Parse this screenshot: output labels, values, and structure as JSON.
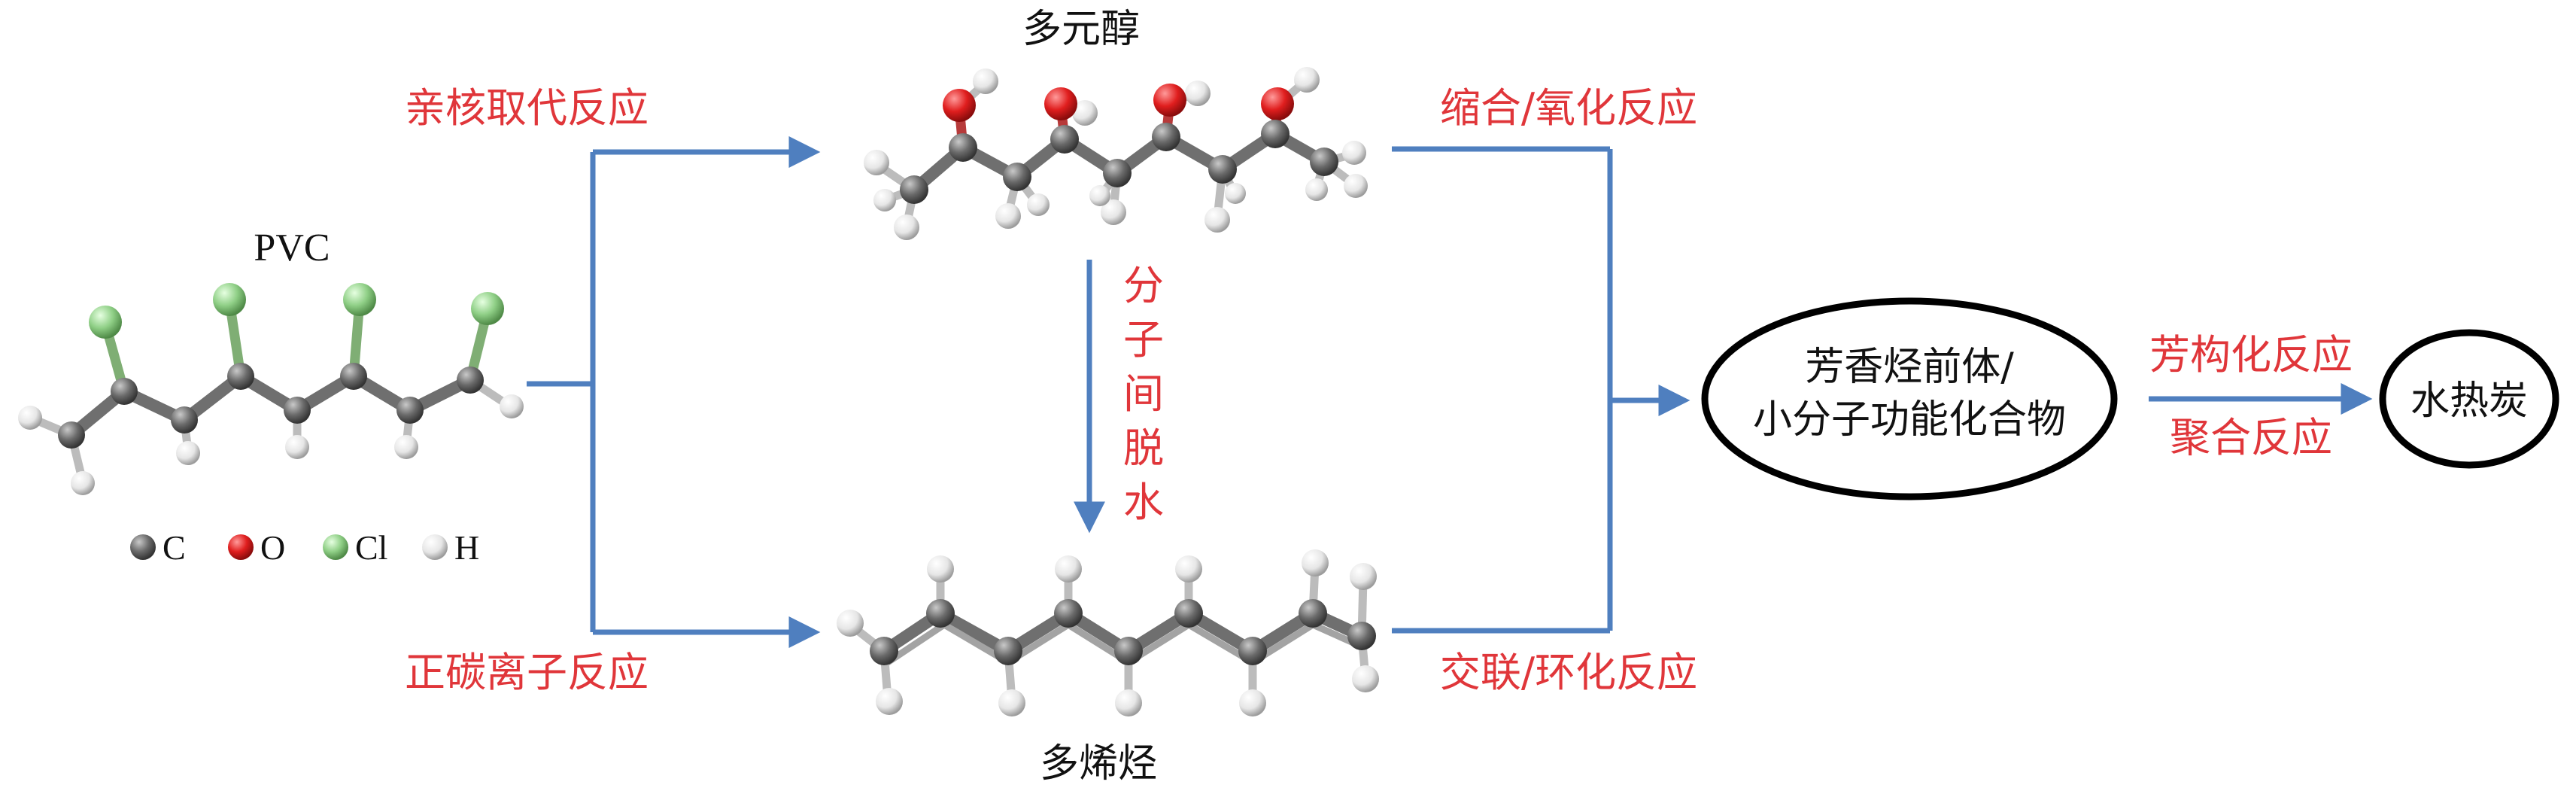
{
  "labels": {
    "pvc": "PVC",
    "polyol": "多元醇",
    "polyene": "多烯烃",
    "nucleophilic": "亲核取代反应",
    "carbocation": "正碳离子反应",
    "dehydration": [
      "分",
      "子",
      "间",
      "脱",
      "水"
    ],
    "condense_oxidize": "缩合/氧化反应",
    "crosslink_cyclize": "交联/环化反应",
    "precursor_line1": "芳香烃前体/",
    "precursor_line2": "小分子功能化合物",
    "aromatize": "芳构化反应",
    "polymerize": "聚合反应",
    "hydrochar": "水热炭"
  },
  "legend": [
    {
      "symbol": "C",
      "color": "#5f5f5f"
    },
    {
      "symbol": "O",
      "color": "#e01e1e"
    },
    {
      "symbol": "Cl",
      "color": "#8fcf86"
    },
    {
      "symbol": "H",
      "color": "#e8e8e8"
    }
  ],
  "colors": {
    "reaction_text": "#e0363a",
    "arrow": "#4f7fbf",
    "carbon": "#5f5f5f",
    "oxygen": "#e01e1e",
    "chlorine": "#8fcf86",
    "hydrogen": "#e8e8e8"
  }
}
